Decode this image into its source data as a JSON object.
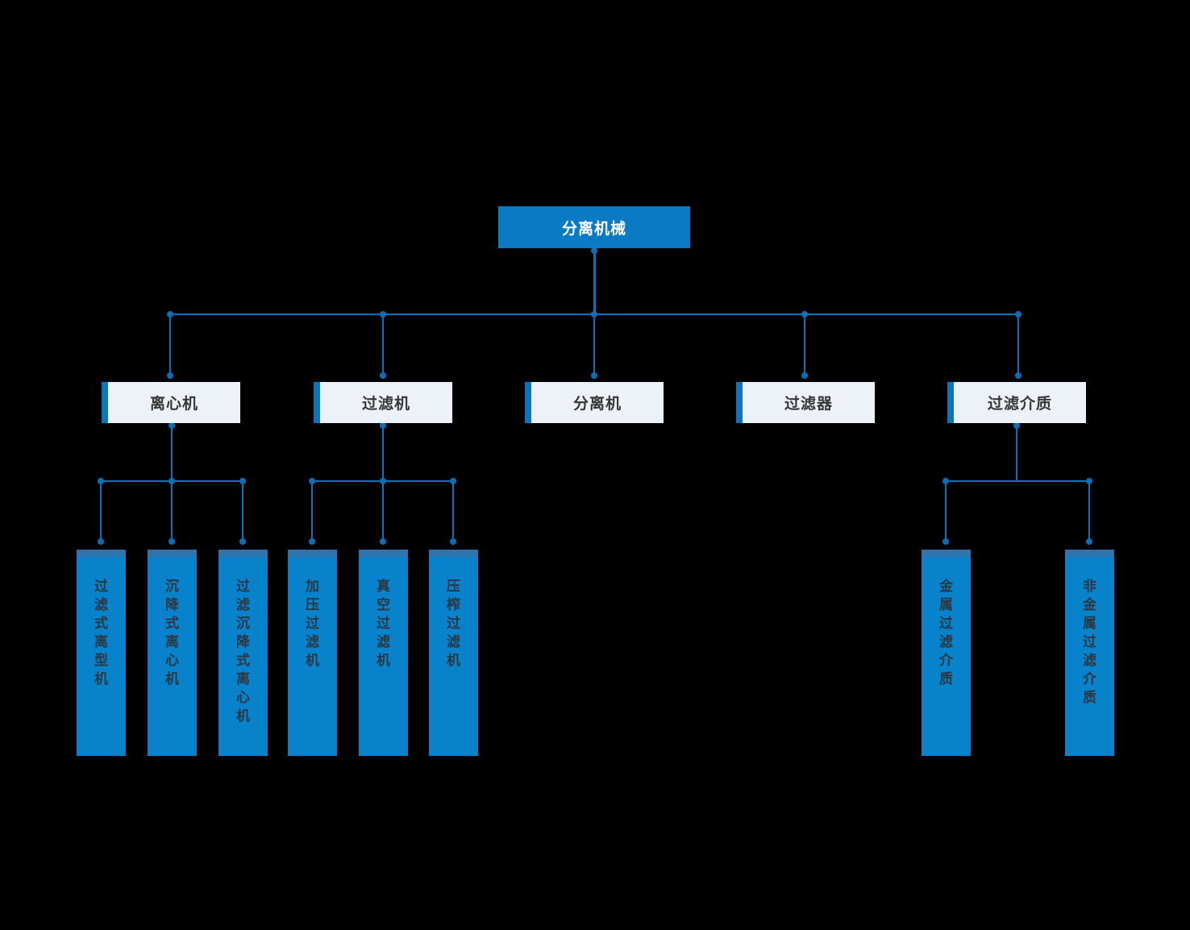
{
  "diagram": {
    "root": {
      "label": "分离机械"
    },
    "level2": [
      {
        "label": "离心机"
      },
      {
        "label": "过滤机"
      },
      {
        "label": "分离机"
      },
      {
        "label": "过滤器"
      },
      {
        "label": "过滤介质"
      }
    ],
    "level3": [
      {
        "label": "过滤式离型机",
        "parent": "离心机"
      },
      {
        "label": "沉降式离心机",
        "parent": "离心机"
      },
      {
        "label": "过滤沉降式离心机",
        "parent": "离心机"
      },
      {
        "label": "加压过滤机",
        "parent": "过滤机"
      },
      {
        "label": "真空过滤机",
        "parent": "过滤机"
      },
      {
        "label": "压榨过滤机",
        "parent": "过滤机"
      },
      {
        "label": "金属过滤介质",
        "parent": "过滤介质"
      },
      {
        "label": "非金属过滤介质",
        "parent": "过滤介质"
      }
    ],
    "colors": {
      "root_box": "#0b7ac4",
      "leaf_box": "#0883cb",
      "leaf_strip": "#2f74ac",
      "branch_box_bg": "#edf2f9",
      "branch_box_bar": "#0b74be",
      "connector": "#0e72b8",
      "background": "#000000",
      "root_text": "#ffffff",
      "branch_text": "#363636",
      "leaf_text": "#2b3843"
    }
  }
}
